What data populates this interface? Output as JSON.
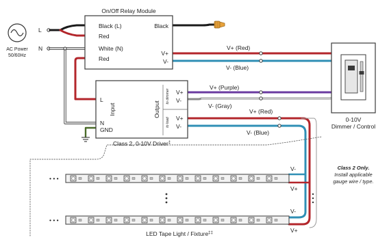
{
  "relay": {
    "title": "On/Off Relay Module",
    "black_l": "Black (L)",
    "red_top": "Red",
    "white_n": "White (N)",
    "red_bottom": "Red",
    "black": "Black",
    "vplus": "V+",
    "vminus": "V-"
  },
  "power": {
    "line1": "AC Power",
    "line2": "50/60Hz",
    "l": "L",
    "n": "N"
  },
  "driver": {
    "caption": "Class 2, 0-10V Driver",
    "caption_mark": "‡",
    "l": "L",
    "n": "N",
    "gnd": "GND",
    "input": "Input",
    "output": "Output",
    "to_dimmer": "to dimmer",
    "to_load": "to load",
    "out_v1p": "V+",
    "out_v1m": "V-",
    "out_v2p": "V+",
    "out_v2m": "V-"
  },
  "wires": {
    "vplus_red_1": "V+ (Red)",
    "vminus_blue_1": "V- (Blue)",
    "vplus_purple": "V+ (Purple)",
    "vminus_gray": "V- (Gray)",
    "vplus_red_2": "V+ (Red)",
    "vminus_blue_2": "V- (Blue)"
  },
  "dimmer": {
    "line1": "0-10V",
    "line2": "Dimmer / Control"
  },
  "note": {
    "line1": "Class 2 Only.",
    "line2": "Install applicable",
    "line3": "gauge wire / type."
  },
  "strip": {
    "caption": "LED Tape Light / Fixture",
    "caption_mark": "‡‡",
    "vminus_1": "V-",
    "vplus_1": "V+",
    "vminus_2": "V-",
    "vplus_2": "V+",
    "leds_per_strip": 12
  },
  "colors": {
    "black_wire": "#1a1a1a",
    "red_wire": "#b3262b",
    "blue_wire": "#2f8fb5",
    "purple_wire": "#6a3aa0",
    "gray_wire": "#8a8a8a",
    "white_wire": "#c8c8c8",
    "strip_fill": "#f2f2f2",
    "led_fill": "#d9d9d9",
    "wire_nut": "#e8a23a"
  }
}
